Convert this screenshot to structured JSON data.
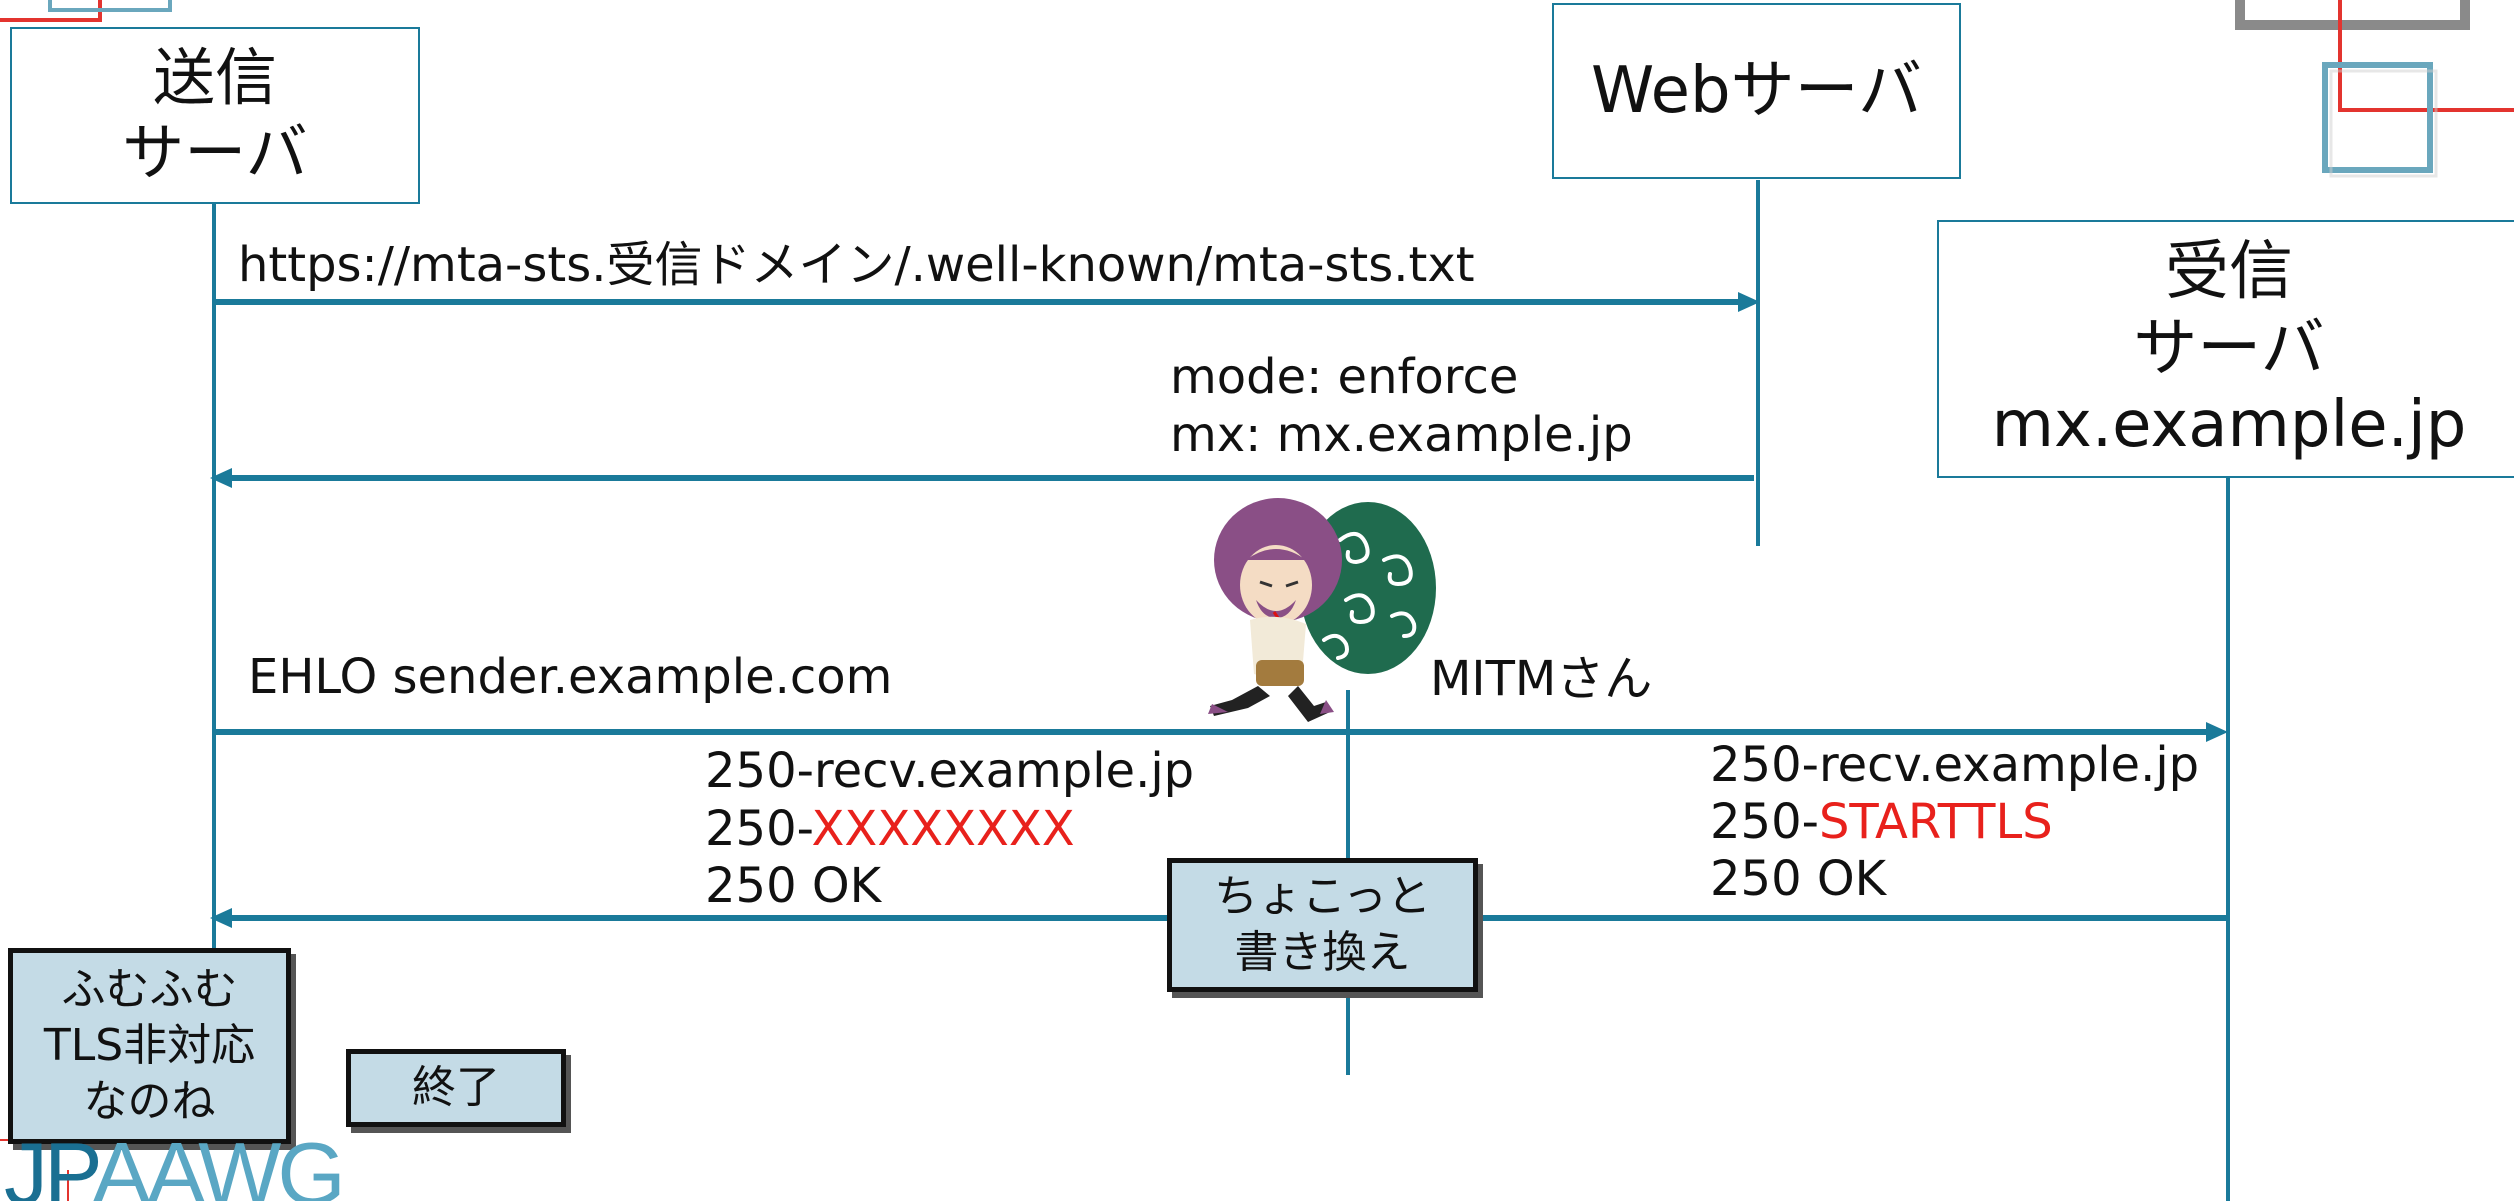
{
  "colors": {
    "line": "#1a7a9a",
    "highlight": "#e8211c",
    "note_bg": "#c4dbe6",
    "logo_jp": "#1a6f92",
    "logo_aawg": "#5aa7c4"
  },
  "participants": {
    "sender": {
      "line1": "送信",
      "line2": "サーバ"
    },
    "web": {
      "line1": "Webサーバ"
    },
    "receiver": {
      "line1": "受信",
      "line2": "サーバ",
      "line3": "mx.example.jp"
    }
  },
  "messages": {
    "policy_request": "https://mta-sts.受信ドメイン/.well-known/mta-sts.txt",
    "policy_response": {
      "line1": "mode: enforce",
      "line2": "mx: mx.example.jp"
    },
    "ehlo": "EHLO sender.example.com",
    "mitm_label": "MITMさん",
    "server_reply": {
      "line1": "250-recv.example.jp",
      "line2_prefix": "250-",
      "line2_highlight": "STARTTLS",
      "line3": "250 OK"
    },
    "tampered_reply": {
      "line1": "250-recv.example.jp",
      "line2_prefix": "250-",
      "line2_highlight": "XXXXXXXX",
      "line3": "250 OK"
    }
  },
  "notes": {
    "tamper": {
      "line1": "ちょこっと",
      "line2": "書き換え"
    },
    "sender_thought": {
      "line1": "ふむふむ",
      "line2": "TLS非対応",
      "line3": "なのね"
    },
    "end": "終了"
  },
  "logo": {
    "part1": "JP",
    "part2": "AAWG"
  }
}
